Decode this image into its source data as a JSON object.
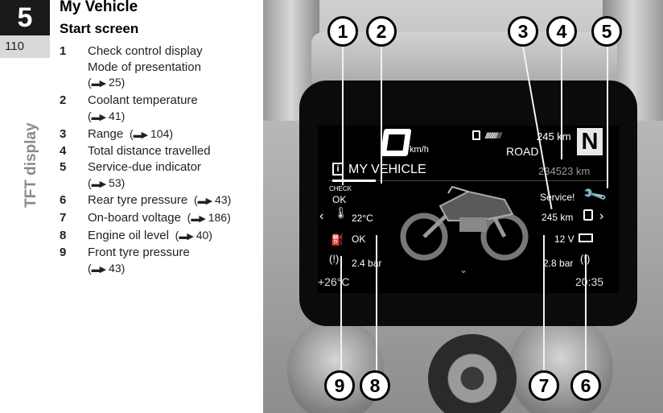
{
  "chapter": {
    "number": "5",
    "page": "110",
    "side_label": "TFT display"
  },
  "title": "My Vehicle",
  "subtitle": "Start screen",
  "legend": [
    {
      "num": "1",
      "lines": [
        "Check control display",
        "Mode of presentation"
      ],
      "ref": "25",
      "ref_inline": false
    },
    {
      "num": "2",
      "lines": [
        "Coolant temperature"
      ],
      "ref": "41",
      "ref_inline": false
    },
    {
      "num": "3",
      "lines": [
        "Range"
      ],
      "ref": "104",
      "ref_inline": true
    },
    {
      "num": "4",
      "lines": [
        "Total distance travelled"
      ],
      "ref": "",
      "ref_inline": false
    },
    {
      "num": "5",
      "lines": [
        "Service-due indicator"
      ],
      "ref": "53",
      "ref_inline": false
    },
    {
      "num": "6",
      "lines": [
        "Rear tyre pressure"
      ],
      "ref": "43",
      "ref_inline": true
    },
    {
      "num": "7",
      "lines": [
        "On-board voltage"
      ],
      "ref": "186",
      "ref_inline": true
    },
    {
      "num": "8",
      "lines": [
        "Engine oil level"
      ],
      "ref": "40",
      "ref_inline": true
    },
    {
      "num": "9",
      "lines": [
        "Front tyre pressure"
      ],
      "ref": "43",
      "ref_inline": false
    }
  ],
  "display": {
    "speed_unit": "km/h",
    "fuel_range": "245 km",
    "riding_mode": "ROAD",
    "gear": "N",
    "menu_title": "MY VEHICLE",
    "odometer": "234523 km",
    "check_label": "CHECK",
    "check_status": "OK",
    "service_label": "Service!",
    "coolant_temp": "22°C",
    "range": "245 km",
    "oil_status": "OK",
    "voltage": "12 V",
    "front_pressure": "2.4 bar",
    "rear_pressure": "2.8 bar",
    "ambient_temp": "+26°C",
    "clock": "20:35"
  },
  "callouts": [
    "1",
    "2",
    "3",
    "4",
    "5",
    "9",
    "8",
    "7",
    "6"
  ]
}
